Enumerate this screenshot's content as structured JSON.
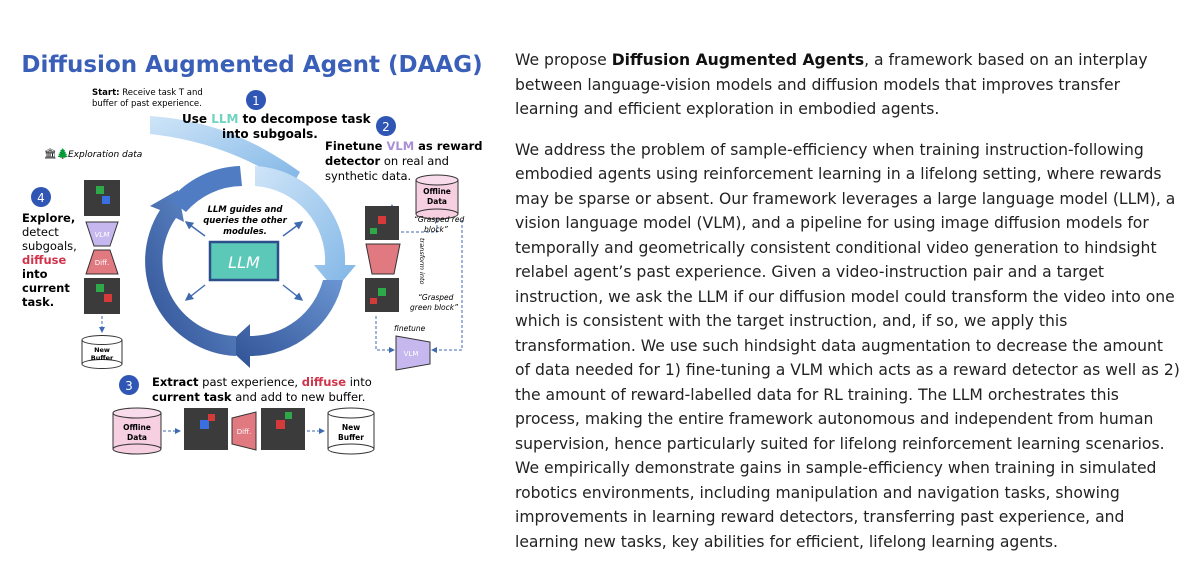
{
  "figure": {
    "title": "Diffusion Augmented Agent (DAAG)",
    "start_label": "Start:",
    "start_text": [
      "Receive task T and",
      "buffer of past experience."
    ],
    "step1": {
      "number": "1",
      "line1_a": "Use ",
      "line1_llm": "LLM",
      "line1_b": " to decompose task",
      "line2": "into subgoals."
    },
    "step2": {
      "number": "2",
      "line1_a": "Finetune ",
      "line1_vlm": "VLM",
      "line1_b": " as reward",
      "line2_a": "detector",
      "line2_b": " on real and",
      "line3": "synthetic data."
    },
    "step3": {
      "number": "3",
      "line1_a": "Extract",
      "line1_b": " past experience, ",
      "line1_diffuse": "diffuse",
      "line1_c": " into",
      "line2_a": "current task",
      "line2_b": " and add to new buffer."
    },
    "step4": {
      "number": "4",
      "lines": [
        "Explore,",
        "detect",
        "subgoals,"
      ],
      "diffuse": "diffuse",
      "lines2": [
        "into",
        "current",
        "task."
      ]
    },
    "exploration_label": "Exploration data",
    "exploration_emoji": "🏛🌲",
    "llm_box": "LLM",
    "center_text": [
      "LLM guides and",
      "queries the other",
      "modules."
    ],
    "offline_data": [
      "Offline",
      "Data"
    ],
    "new_buffer": [
      "New",
      "Buffer"
    ],
    "vlm": "VLM",
    "diff": "Diff.",
    "grasped_red": [
      "“Grasped red",
      "block”"
    ],
    "transform_into": "transform into",
    "grasped_green": [
      "“Grasped",
      "green block”"
    ],
    "finetune": "finetune",
    "colors": {
      "title_blue": "#3a5fb8",
      "badge_blue": "#2f55b5",
      "llm_teal": "#6fd3c0",
      "vlm_purple": "#a98fd6",
      "diffuse_red": "#d1344a",
      "arrow_dark": "#3f6ab0",
      "arrow_light": "#9cc6ec",
      "llm_box_teal": "#5cc8b8",
      "vlm_fill": "#c6b8ef",
      "diff_fill": "#e07a80",
      "db_fill": "#f6cfe0"
    }
  },
  "text": {
    "p1_prefix": "We propose ",
    "p1_bold": "Diffusion Augmented Agents",
    "p1_rest": ", a framework based on an interplay between language-vision models and diffusion models that improves transfer learning and efficient exploration in embodied agents.",
    "p2": "We address the problem of sample-efficiency when training instruction-following embodied agents using reinforcement learning in a lifelong setting, where rewards may be sparse or absent. Our framework leverages a large language model (LLM), a vision language model (VLM), and a pipeline for using image diffusion models for temporally and geometrically consistent conditional video generation to hindsight relabel agent’s past experience. Given a video-instruction pair and a target instruction, we ask the LLM if our diffusion model could transform the video into one which is consistent with the target instruction, and, if so, we apply this transformation. We use such hindsight data augmentation to decrease the amount of data needed for 1) fine-tuning a VLM which acts as a reward detector as well as 2) the amount of reward-labelled data for RL training. The LLM orchestrates this process, making the entire framework autonomous and independent from human supervision, hence particularly suited for lifelong reinforcement learning scenarios. We empirically demonstrate gains in sample-efficiency when training in simulated robotics environments, including manipulation and navigation tasks, showing improvements in learning reward detectors, transferring past experience, and learning new tasks, key abilities for efficient, lifelong learning agents."
  }
}
